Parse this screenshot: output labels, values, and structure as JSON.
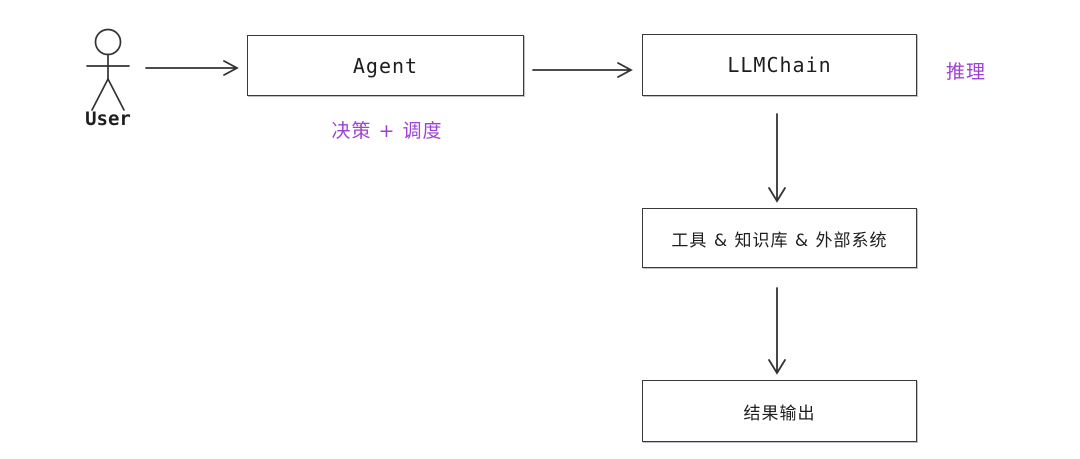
{
  "diagram": {
    "user": {
      "label": "User"
    },
    "nodes": {
      "agent": {
        "label": "Agent"
      },
      "llmchain": {
        "label": "LLMChain"
      },
      "tools": {
        "label": "工具 & 知识库 & 外部系统"
      },
      "output": {
        "label": "结果输出"
      }
    },
    "annotations": {
      "agent_note": "决策 + 调度",
      "llmchain_note": "推理"
    },
    "icons": {
      "user_icon": "stick-figure-person"
    },
    "arrows": [
      {
        "from": "user",
        "to": "agent",
        "direction": "right"
      },
      {
        "from": "agent",
        "to": "llmchain",
        "direction": "right"
      },
      {
        "from": "llmchain",
        "to": "tools",
        "direction": "down"
      },
      {
        "from": "tools",
        "to": "output",
        "direction": "down"
      }
    ],
    "colors": {
      "stroke": "#333333",
      "box_border": "#3a3a3a",
      "annotation_purple": "#9c42d4",
      "background": "#ffffff",
      "text": "#1e1e1e"
    }
  }
}
